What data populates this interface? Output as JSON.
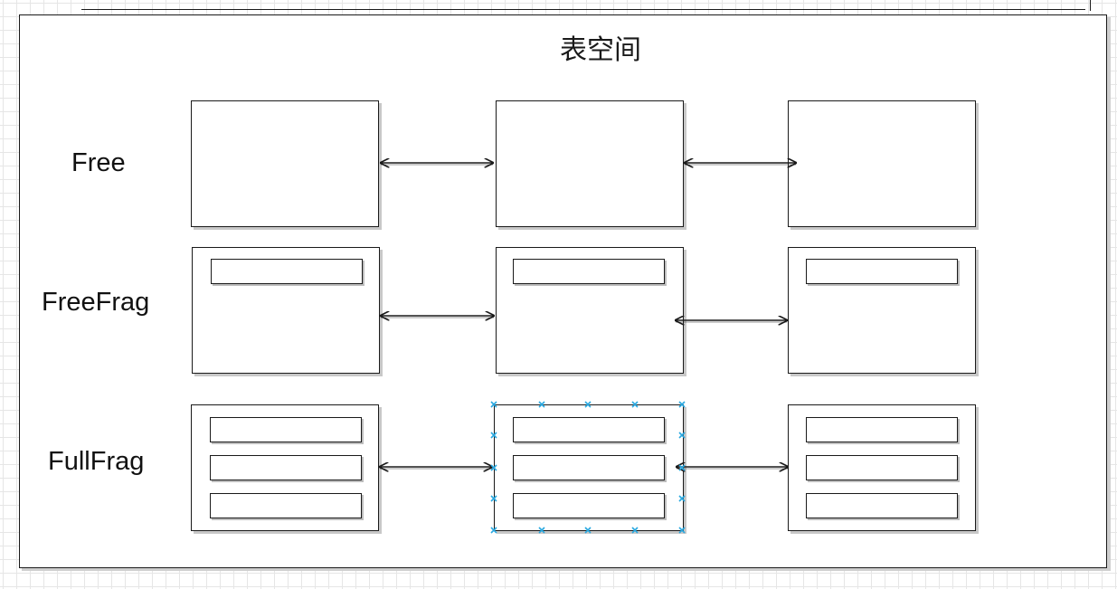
{
  "title": "表空间",
  "rows": [
    {
      "label": "Free"
    },
    {
      "label": "FreeFrag"
    },
    {
      "label": "FullFrag"
    }
  ],
  "colors": {
    "stroke": "#1a1a1a",
    "selection": "#29a8e0",
    "grid": "#e6e6e6"
  }
}
